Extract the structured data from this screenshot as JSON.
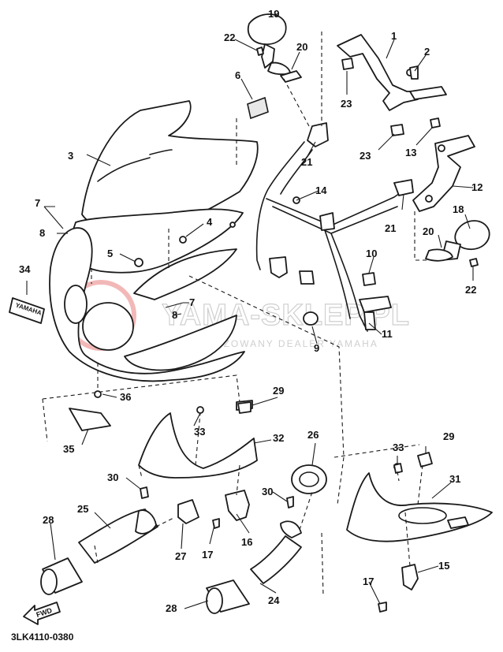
{
  "diagram_code": "3LK4110-0380",
  "watermark": {
    "main": "YAMA-SKLEP.PL",
    "sub": "AUTORYZOWANY DEALER YAMAHA"
  },
  "fwd_label": "FWD",
  "emblem_text": "YAMAHA",
  "colors": {
    "ink": "#1a1a1a",
    "watermark": "#cfcfcf",
    "watermark_logo": "#f2b8b8"
  },
  "callouts": {
    "c1": "1",
    "c2": "2",
    "c3": "3",
    "c4": "4",
    "c5": "5",
    "c6": "6",
    "c7a": "7",
    "c7b": "7",
    "c8a": "8",
    "c8b": "8",
    "c9": "9",
    "c10": "10",
    "c11": "11",
    "c12": "12",
    "c13": "13",
    "c14": "14",
    "c15": "15",
    "c16": "16",
    "c17a": "17",
    "c17b": "17",
    "c18": "18",
    "c19": "19",
    "c20a": "20",
    "c20b": "20",
    "c21a": "21",
    "c21b": "21",
    "c22a": "22",
    "c22b": "22",
    "c23a": "23",
    "c23b": "23",
    "c24": "24",
    "c25": "25",
    "c26": "26",
    "c27": "27",
    "c28a": "28",
    "c28b": "28",
    "c29a": "29",
    "c29b": "29",
    "c30a": "30",
    "c30b": "30",
    "c31": "31",
    "c32": "32",
    "c33a": "33",
    "c33b": "33",
    "c34": "34",
    "c35": "35",
    "c36": "36"
  }
}
